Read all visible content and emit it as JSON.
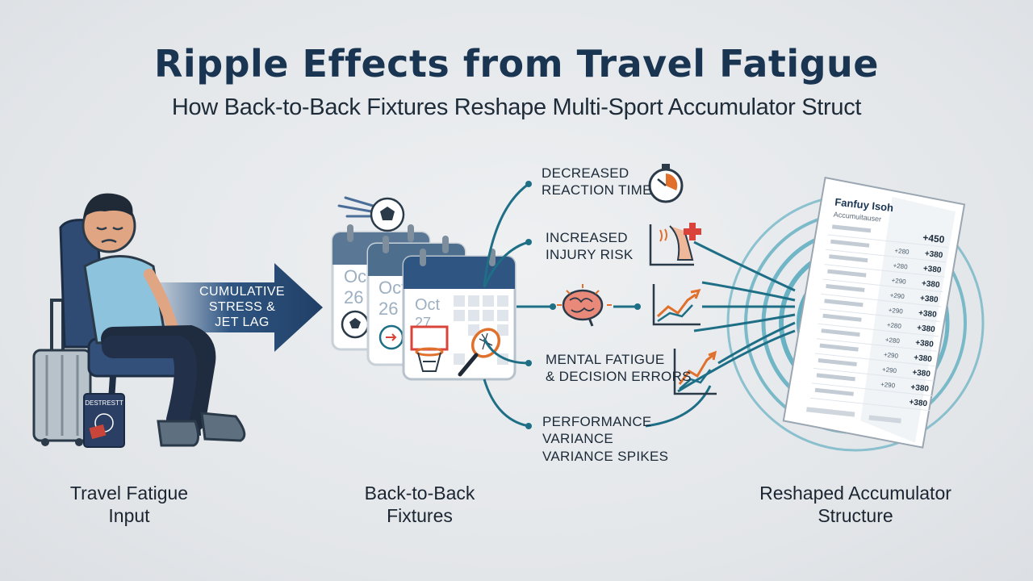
{
  "header": {
    "title": "Ripple Effects from Travel Fatigue",
    "subtitle": "How Back-to-Back Fixtures Reshape Multi-Sport Accumulator Struct"
  },
  "stages": {
    "input_label": "Travel Fatigue\nInput",
    "fixtures_label": "Back-to-Back\nFixtures",
    "output_label": "Reshaped Accumulator\nStructure"
  },
  "arrow": {
    "line1": "CUMULATIVE",
    "line2": "STRESS &",
    "line3": "JET LAG"
  },
  "calendar": {
    "month": "Oct",
    "day_back1": "26",
    "day_back2": "26",
    "day_front": "27"
  },
  "passport_text": "DESTRESTT",
  "effects": [
    {
      "label": "DECREASED\nREACTION TIME",
      "icon": "stopwatch-icon"
    },
    {
      "label": "INCREASED\nINJURY RISK",
      "icon": "injured-knee-icon"
    },
    {
      "label": "",
      "icon": "brain-icon"
    },
    {
      "label": "MENTAL FATIGUE\n& DECISION ERRORS",
      "icon": "trend-chart-icon"
    },
    {
      "label": "PERFORMANCE\nVARIANCE\nVARIANCE SPIKES",
      "icon": ""
    }
  ],
  "slip": {
    "title": "Fanfuy Isoh",
    "subtitle": "Accumuitauser",
    "odds": [
      "+450",
      "+380",
      "+380",
      "+380",
      "+380",
      "+380",
      "+380",
      "+380",
      "+380",
      "+380",
      "+380",
      "+380"
    ],
    "inner_odds": [
      "+280",
      "+280",
      "+290",
      "+290",
      "+290",
      "+280",
      "+280",
      "+290",
      "+290",
      "+290"
    ]
  },
  "colors": {
    "navy": "#1a3552",
    "teal": "#1e6f86",
    "ripple": "#3f9fb6",
    "arrow_blue": "#284a72",
    "alert_red": "#d9433a",
    "trend_orange": "#e0702c"
  }
}
